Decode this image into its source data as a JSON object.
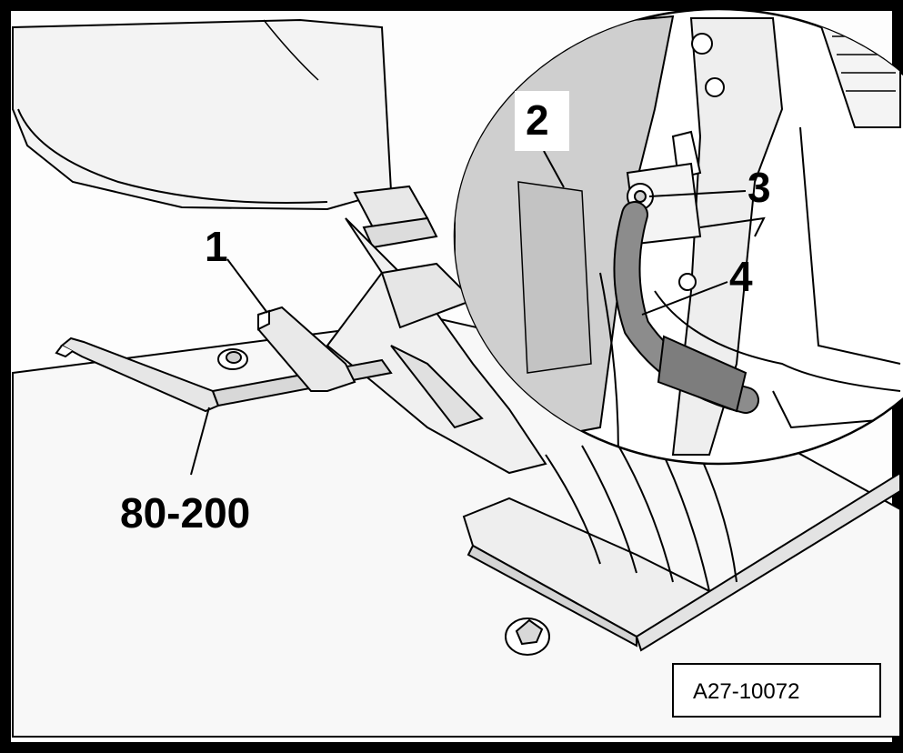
{
  "figure": {
    "callouts": {
      "c1": "1",
      "c2": "2",
      "c3": "3",
      "c4": "4",
      "tool": "80-200"
    },
    "reference_code": "A27-10072"
  },
  "colors": {
    "background": "#ffffff",
    "frame": "#000000",
    "detail_fill": "#cfcfcf",
    "cable_fill": "#8c8c8c",
    "panel_fill": "#f2f2f2"
  }
}
